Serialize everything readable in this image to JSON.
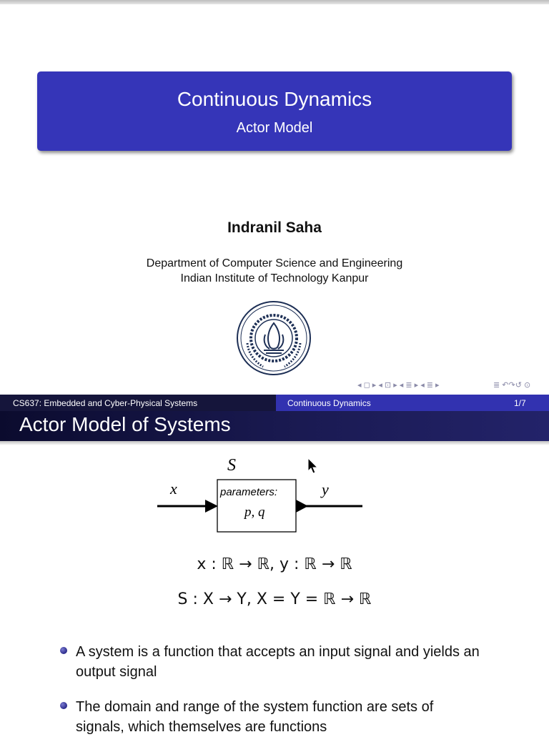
{
  "title_slide": {
    "title": "Continuous Dynamics",
    "subtitle": "Actor Model",
    "author": "Indranil Saha",
    "department": "Department of Computer Science and Engineering",
    "institute": "Indian Institute of Technology Kanpur",
    "nav_symbols": "◂ ◻ ▸ ◂ ⊡ ▸ ◂ ≣ ▸ ◂ ≣ ▸",
    "nav_symbols2": "≣ ↶↷↺ ⊙"
  },
  "footline": {
    "course": "CS637: Embedded and Cyber-Physical Systems",
    "section": "Continuous Dynamics",
    "page": "1/7"
  },
  "slide": {
    "frame_title": "Actor Model of Systems",
    "diagram": {
      "system_label": "S",
      "input_label": "x",
      "output_label": "y",
      "box_line1": "parameters:",
      "box_line2": "p, q"
    },
    "equation1": "x : ℝ → ℝ, y : ℝ → ℝ",
    "equation2": "S : X → Y, X = Y = ℝ → ℝ",
    "bullets": [
      "A system is a function that accepts an input signal and yields an output signal",
      "The domain and range of the system function are sets of signals, which themselves are functions"
    ]
  },
  "colors": {
    "title_block": "#3535b8",
    "footline_dark": "#15153b",
    "footline_light": "#3232b0",
    "frametitle": "#1a1a52"
  }
}
